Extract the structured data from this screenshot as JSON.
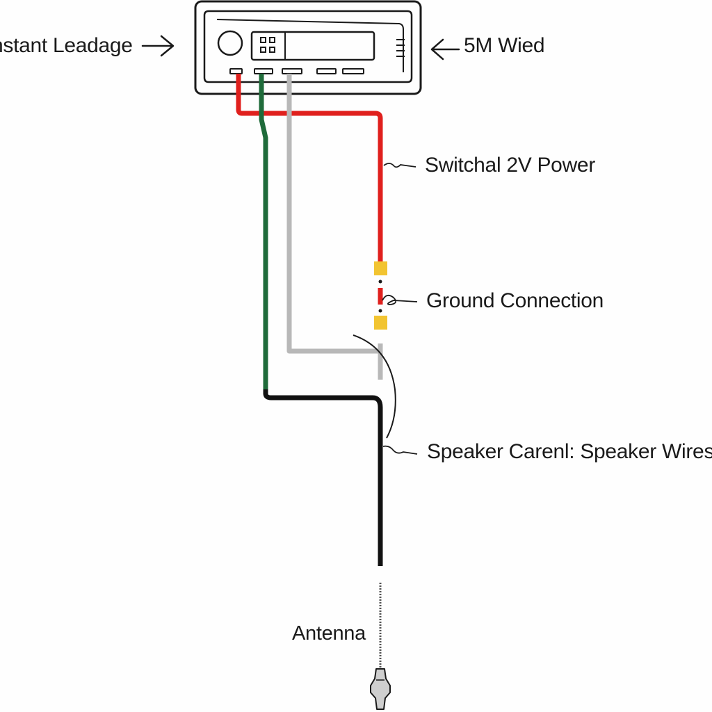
{
  "labels": {
    "constant": "nstant Leadage",
    "five_m": "5M Wied",
    "switched": "Switchal 2V Power",
    "ground": "Ground Connection",
    "speaker": "Speaker Carenl: Speaker Wires",
    "antenna": "Antenna"
  },
  "colors": {
    "outline": "#1a1a1a",
    "red_wire": "#e0201d",
    "green_wire": "#1f6b3a",
    "gray_wire": "#b8b8b8",
    "black_wire": "#111111",
    "connector": "#f2c431"
  }
}
